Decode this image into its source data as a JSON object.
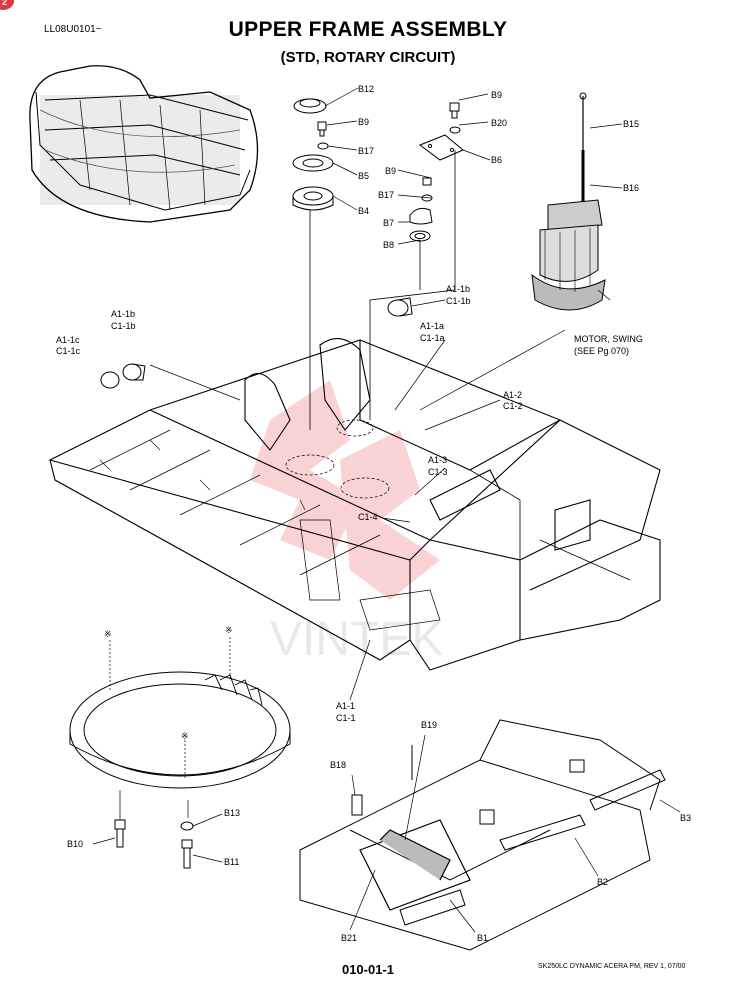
{
  "header": {
    "serial": "LL08U0101~",
    "title": "UPPER FRAME ASSEMBLY",
    "subtitle": "(STD, ROTARY CIRCUIT)",
    "corner_mark": "2"
  },
  "footer": {
    "page_number": "010-01-1",
    "revision": "SK250LC DYNAMIC ACERA PM, REV 1, 07/00"
  },
  "watermark": "VINTEK",
  "callouts": {
    "b12": "B12",
    "b9a": "B9",
    "b17a": "B17",
    "b5": "B5",
    "b4": "B4",
    "b9b": "B9",
    "b20": "B20",
    "b6": "B6",
    "b9c": "B9",
    "b17b": "B17",
    "b7": "B7",
    "b8": "B8",
    "b15": "B15",
    "b16": "B16",
    "a11b_r": "A1-1b",
    "c11b_r": "C1-1b",
    "a11b_l": "A1-1b",
    "c11b_l": "C1-1b",
    "a11c": "A1-1c",
    "c11c": "C1-1c",
    "a11a": "A1-1a",
    "c11a": "C1-1a",
    "motor1": "MOTOR, SWING",
    "motor2": "(SEE Pg  070)",
    "a12": "A1-2",
    "c12": "C1-2",
    "a13": "A1-3",
    "c13": "C1-3",
    "c14": "C1-4",
    "a11": "A1-1",
    "c11": "C1-1",
    "star1": "※",
    "star2": "※",
    "star3": "※",
    "b10": "B10",
    "b13": "B13",
    "b11": "B11",
    "b19": "B19",
    "b18": "B18",
    "b3": "B3",
    "b2": "B2",
    "b21": "B21",
    "b1": "B1"
  }
}
